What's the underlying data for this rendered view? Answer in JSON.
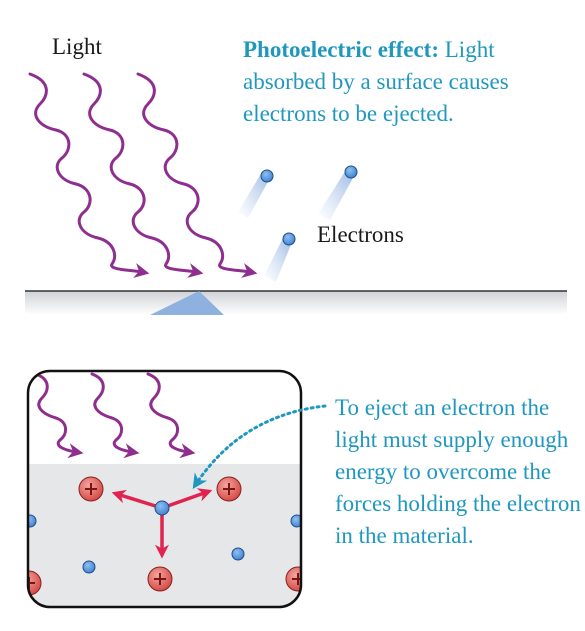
{
  "top": {
    "light_label": "Light",
    "caption_title": "Photoelectric effect:",
    "caption_body": " Light absorbed by a surface causes electrons to be ejected.",
    "electrons_label": "Electrons"
  },
  "bottom": {
    "note": "To eject an electron the light must supply enough energy to overcome the forces holding the electron in the material."
  },
  "colors": {
    "light_wave": "#8e2e8e",
    "caption_text": "#1f97bf",
    "electron_fill": "#4a90d9",
    "ion_fill": "#e05a5a",
    "force_arrow": "#e0234f",
    "material": "#e6e7e9"
  }
}
